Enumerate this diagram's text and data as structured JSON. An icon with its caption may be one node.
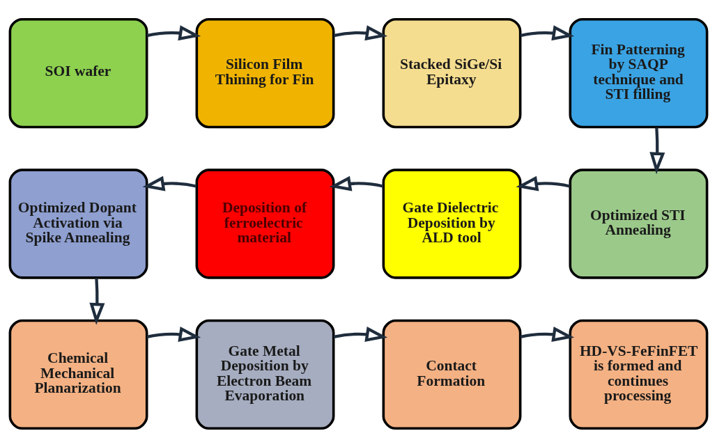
{
  "diagram": {
    "nodes": [
      {
        "text": [
          "SOI wafer"
        ]
      },
      {
        "text": [
          "Silicon Film Thining for Fin"
        ]
      },
      {
        "text": [
          "Stacked SiGe/Si Epitaxy"
        ]
      },
      {
        "text": [
          "Fin Patterning by SAQP technique and STI filling"
        ]
      },
      {
        "text": [
          "Optimized STI Annealing"
        ]
      },
      {
        "text": [
          "Gate Dielectric Deposition by ALD tool"
        ]
      },
      {
        "text": [
          "Deposition of ferroelectric material"
        ]
      },
      {
        "text": [
          "Optimized Dopant Activation via Spike Annealing"
        ]
      },
      {
        "text": [
          "Chemical Mechanical Planarization"
        ]
      },
      {
        "text": [
          "Gate Metal Deposition by Electron Beam Evaporation"
        ]
      },
      {
        "text": [
          "Contact Formation"
        ]
      },
      {
        "text": [
          "HD-VS-FeFinFET is formed and continues processing"
        ]
      }
    ],
    "edges": [
      {
        "from": 0,
        "to": 1,
        "arrow": "to"
      },
      {
        "from": 1,
        "to": 2,
        "arrow": "to"
      },
      {
        "from": 2,
        "to": 3,
        "arrow": "to"
      },
      {
        "from": 3,
        "to": 4,
        "arrow": "to"
      },
      {
        "from": 4,
        "to": 5,
        "arrow": "to"
      },
      {
        "from": 5,
        "to": 6,
        "arrow": "to"
      },
      {
        "from": 6,
        "to": 7,
        "arrow": "to"
      },
      {
        "from": 7,
        "to": 8,
        "arrow": "to"
      },
      {
        "from": 8,
        "to": 9,
        "arrow": "to"
      },
      {
        "from": 9,
        "to": 10,
        "arrow": "to"
      },
      {
        "from": 10,
        "to": 11,
        "arrow": "to"
      }
    ]
  }
}
